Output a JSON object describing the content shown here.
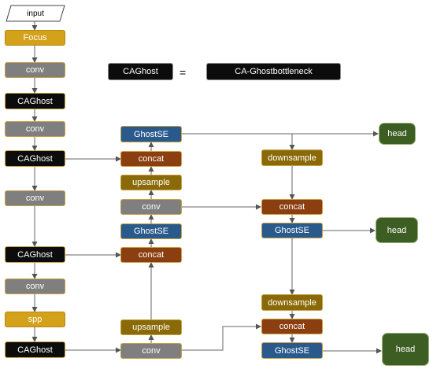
{
  "input_label": "input",
  "legend": {
    "left": "CAGhost",
    "equals": "=",
    "right": "CA-Ghostbottleneck"
  },
  "backbone": {
    "focus": "Focus",
    "conv1": "conv",
    "caghost1": "CAGhost",
    "conv2": "conv",
    "caghost2": "CAGhost",
    "conv3": "conv",
    "caghost3": "CAGhost",
    "conv4": "conv",
    "spp": "spp",
    "caghost4": "CAGhost"
  },
  "neck_mid": {
    "ghostse_top": "GhostSE",
    "concat_top": "concat",
    "upsample_top": "upsample",
    "conv_mid": "conv",
    "ghostse_mid": "GhostSE",
    "concat_mid": "concat",
    "upsample_bot": "upsample",
    "conv_bot": "conv"
  },
  "neck_right": {
    "downsample_top": "downsample",
    "concat_top": "concat",
    "ghostse_top": "GhostSE",
    "downsample_bot": "downsample",
    "concat_bot": "concat",
    "ghostse_bot": "GhostSE"
  },
  "heads": {
    "head1": "head",
    "head2": "head",
    "head3": "head"
  }
}
